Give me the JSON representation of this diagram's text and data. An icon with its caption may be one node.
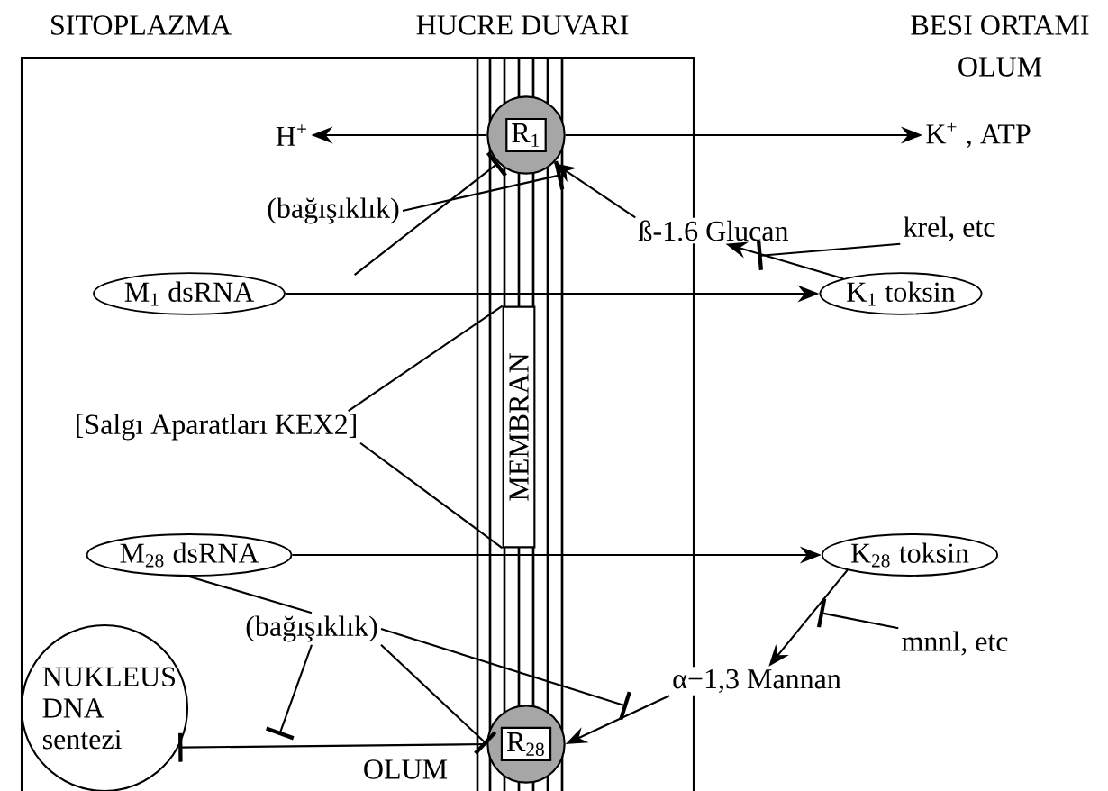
{
  "diagram": {
    "nodes": [
      {
        "text": [
          "R$_{1}$"
        ]
      },
      {
        "text": [
          "H$^{+}$"
        ]
      },
      {
        "text": [
          "K$^{+}$ , ATP"
        ]
      },
      {
        "text": [
          "(bağışıklık)"
        ]
      },
      {
        "text": [
          "ß-1.6 Glucan"
        ]
      },
      {
        "text": [
          "krel, etc"
        ]
      },
      {
        "text": [
          "M$_{1}$ dsRNA"
        ]
      },
      {
        "text": [
          "K$_{1}$ toksin"
        ]
      },
      {
        "text": [
          "[Salgı Aparatları KEX2]"
        ]
      },
      {
        "text": [
          "MEMBRAN"
        ]
      },
      {
        "text": [
          "M$_{28}$ dsRNA"
        ]
      },
      {
        "text": [
          "K$_{28}$ toksin"
        ]
      },
      {
        "text": [
          "(bağışıklık)"
        ]
      },
      {
        "text": [
          "mnnl, etc"
        ]
      },
      {
        "text": [
          "α−1,3 Mannan"
        ]
      },
      {
        "text": [
          "NUKLEUS DNA sentezi"
        ]
      },
      {
        "text": [
          "R$_{28}$"
        ]
      }
    ],
    "edges": [
      {
        "from": 0,
        "to": 1,
        "arrow": "to"
      },
      {
        "from": 0,
        "to": 2,
        "arrow": "to"
      },
      {
        "from": 3,
        "to": 0,
        "arrow": "other"
      },
      {
        "from": 3,
        "to": 0,
        "arrow": "other"
      },
      {
        "from": 4,
        "to": 0,
        "arrow": "to"
      },
      {
        "from": 7,
        "to": 4,
        "arrow": "to"
      },
      {
        "from": 5,
        "to": 4,
        "arrow": "other"
      },
      {
        "from": 6,
        "to": 7,
        "arrow": "to"
      },
      {
        "from": 8,
        "to": 9,
        "arrow": "none"
      },
      {
        "from": 8,
        "to": 9,
        "arrow": "none"
      },
      {
        "from": 10,
        "to": 11,
        "arrow": "to"
      },
      {
        "from": 11,
        "to": 14,
        "arrow": "to"
      },
      {
        "from": 13,
        "to": null,
        "arrow": "other"
      },
      {
        "from": 14,
        "to": 16,
        "arrow": "to"
      },
      {
        "from": 10,
        "to": 12,
        "arrow": "none"
      },
      {
        "from": 12,
        "to": null,
        "arrow": "other"
      },
      {
        "from": 12,
        "to": 16,
        "arrow": "other"
      },
      {
        "from": 12,
        "to": null,
        "arrow": "other"
      },
      {
        "from": 16,
        "to": 15,
        "arrow": "other"
      }
    ],
    "labels": [
      "SITOPLAZMA",
      "HUCRE DUVARI",
      "BESI ORTAMI",
      "OLUM",
      "OLUM"
    ]
  }
}
